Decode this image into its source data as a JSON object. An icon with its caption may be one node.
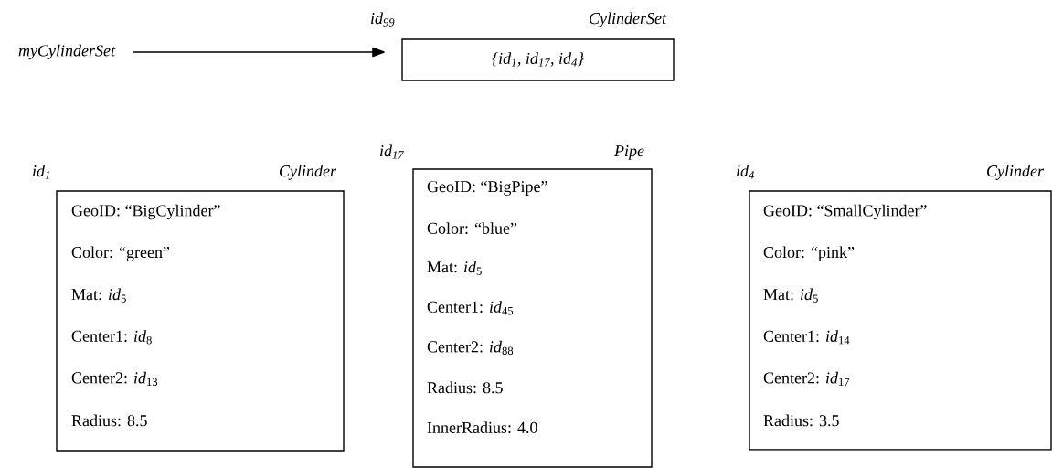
{
  "diagram": {
    "nodes": [
      {
        "text": [
          "myCylinderSet"
        ]
      },
      {
        "text": [
          "id$_{99}$",
          "CylinderSet",
          "{id$_{1}$, id$_{17}$, id$_{4}$}"
        ]
      },
      {
        "text": [
          "id$_{1}$",
          "Cylinder",
          "GeoID: “BigCylinder”",
          "Color: “green”",
          "Mat: *id*$_{5}$",
          "Center1: *id*$_{8}$",
          "Center2: *id*$_{13}$",
          "Radius: 8.5"
        ]
      },
      {
        "text": [
          "id$_{17}$",
          "Pipe",
          "GeoID: “BigPipe”",
          "Color: “blue”",
          "Mat: *id*$_{5}$",
          "Center1: *id*$_{45}$",
          "Center2: *id*$_{88}$",
          "Radius: 8.5",
          "InnerRadius: 4.0"
        ]
      },
      {
        "text": [
          "id$_{4}$",
          "Cylinder",
          "GeoID: “SmallCylinder”",
          "Color: “pink”",
          "Mat: *id*$_{5}$",
          "Center1: *id*$_{14}$",
          "Center2: *id*$_{17}$",
          "Radius: 3.5"
        ]
      }
    ],
    "edges": [
      {
        "from": 0,
        "to": 1,
        "arrow": "to"
      }
    ]
  }
}
